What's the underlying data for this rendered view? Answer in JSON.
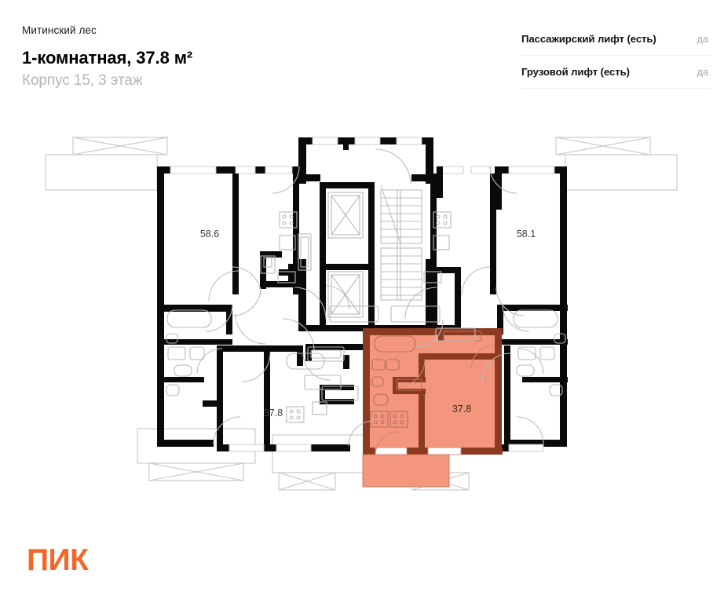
{
  "header": {
    "complex_name": "Митинский лес",
    "title": "1-комнатная, 37.8 м²",
    "subtitle": "Корпус 15, 3 этаж"
  },
  "specs": {
    "rows": [
      {
        "label": "Пассажирский лифт (есть)",
        "value": "да"
      },
      {
        "label": "Грузовой лифт (есть)",
        "value": "да"
      }
    ]
  },
  "plan": {
    "area_labels": [
      {
        "text": "58.6"
      },
      {
        "text": "58.1"
      },
      {
        "text": "37.8"
      },
      {
        "text": "37.8"
      }
    ],
    "selected_area": "37.8",
    "colors": {
      "wall": "#0a0a0a",
      "thin_line": "#c9c9c9",
      "selected_fill": "#f4967e",
      "selected_wall": "#8c3a22",
      "label_text": "#3b3b3b",
      "brand": "#f2682a"
    }
  },
  "footer": {
    "logo_text": "ПИК"
  }
}
